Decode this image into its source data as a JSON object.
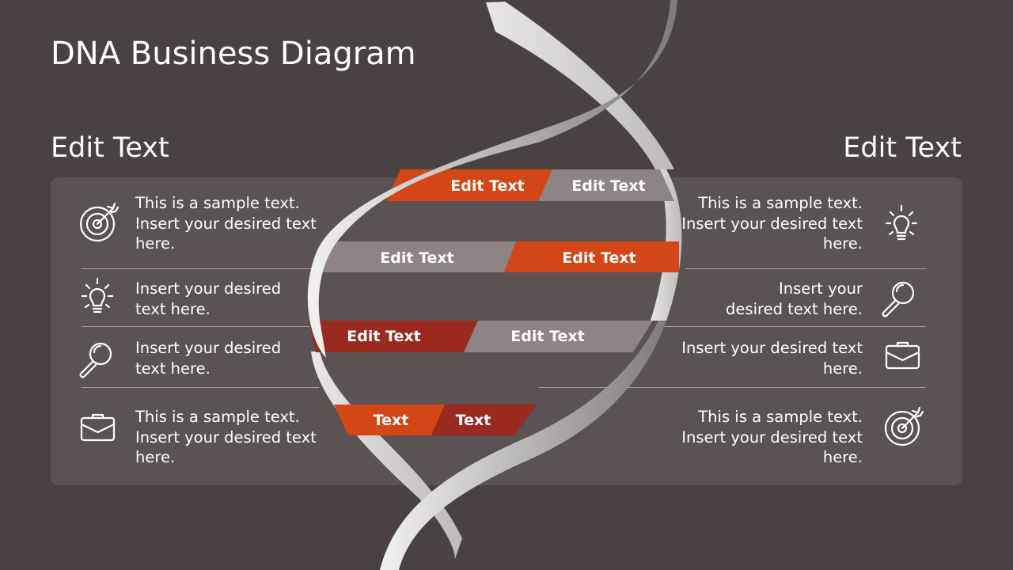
{
  "title": "DNA Business Diagram",
  "headings": {
    "left": "Edit Text",
    "right": "Edit Text"
  },
  "left_items": [
    {
      "icon": "target-icon",
      "lines": [
        "This is a sample text.",
        "Insert your desired text",
        "here."
      ]
    },
    {
      "icon": "lightbulb-icon",
      "lines": [
        "Insert your desired",
        "text here."
      ]
    },
    {
      "icon": "magnifier-icon",
      "lines": [
        "Insert your desired",
        "text here."
      ]
    },
    {
      "icon": "briefcase-icon",
      "lines": [
        "This is a sample text.",
        "Insert your desired text",
        "here."
      ]
    }
  ],
  "right_items": [
    {
      "icon": "lightbulb-icon",
      "lines": [
        "This is a sample text.",
        "Insert your desired text",
        "here."
      ]
    },
    {
      "icon": "magnifier-icon",
      "lines": [
        "Insert your",
        "desired text here."
      ]
    },
    {
      "icon": "briefcase-icon",
      "lines": [
        "Insert your desired text",
        "here."
      ]
    },
    {
      "icon": "target-icon",
      "lines": [
        "This is a sample text.",
        "Insert your desired text",
        "here."
      ]
    }
  ],
  "rungs": [
    {
      "left": "Edit Text",
      "right": "Edit Text"
    },
    {
      "left": "Edit Text",
      "right": "Edit Text"
    },
    {
      "left": "Edit Text",
      "right": "Edit Text"
    },
    {
      "left": "Text",
      "right": "Text"
    }
  ],
  "colors": {
    "background": "#4a4142",
    "panel": "#5b5253",
    "orange": "#d34616",
    "dark_red": "#9a2a1f",
    "gray": "#8e8385"
  }
}
